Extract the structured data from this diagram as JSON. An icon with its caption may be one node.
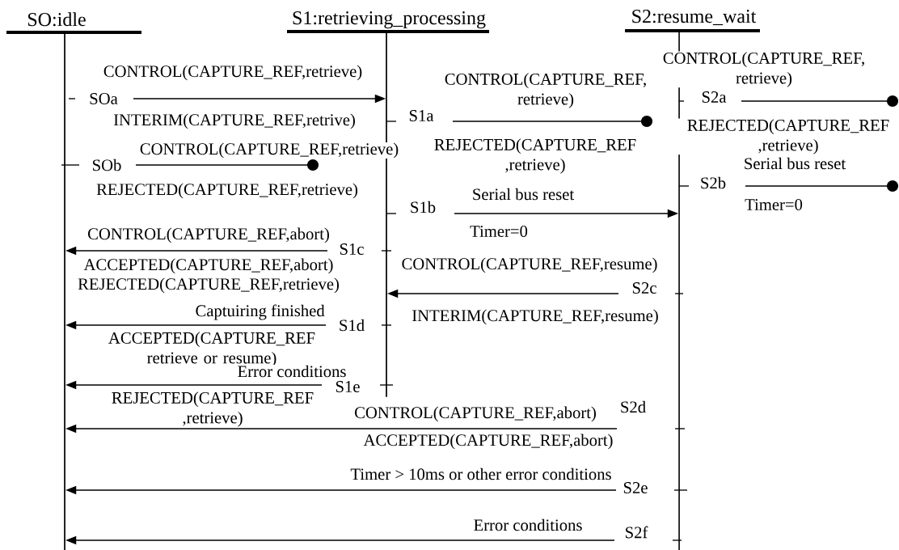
{
  "diagram": {
    "nodes": [
      {
        "text": [
          "SO:idle"
        ]
      },
      {
        "text": [
          "S1:retrieving_processing"
        ]
      },
      {
        "text": [
          "S2:resume_wait"
        ]
      },
      {
        "text": [
          "SOa"
        ]
      },
      {
        "text": [
          "S1a"
        ]
      },
      {
        "text": [
          "S2a"
        ]
      },
      {
        "text": [
          "SOb"
        ]
      },
      {
        "text": [
          "S2b"
        ]
      },
      {
        "text": [
          "S1b"
        ]
      },
      {
        "text": [
          "S1c"
        ]
      },
      {
        "text": [
          "S2c"
        ]
      },
      {
        "text": [
          "S1d"
        ]
      },
      {
        "text": [
          "S1e"
        ]
      },
      {
        "text": [
          "S2d"
        ]
      },
      {
        "text": [
          "S2e"
        ]
      },
      {
        "text": [
          "S2f"
        ]
      },
      {
        "text": [],
        "shape": "bar"
      },
      {
        "text": [],
        "shape": "bar"
      },
      {
        "text": [],
        "shape": "bar"
      }
    ],
    "edges": [
      {
        "from": 3,
        "to": 17,
        "arrow": "to",
        "label": "CONTROL(CAPTURE_REF,retrieve)"
      },
      {
        "from": 4,
        "to": null,
        "arrow": "other",
        "label": "CONTROL(CAPTURE_REF, retrieve)"
      },
      {
        "from": 5,
        "to": null,
        "arrow": "other",
        "label": "CONTROL(CAPTURE_REF, retrieve)"
      },
      {
        "from": 6,
        "to": null,
        "arrow": "other",
        "label": "CONTROL(CAPTURE_REF,retrieve)"
      },
      {
        "from": 7,
        "to": null,
        "arrow": "other",
        "label": "Serial bus reset"
      },
      {
        "from": 8,
        "to": 18,
        "arrow": "to",
        "label": "Serial bus reset"
      },
      {
        "from": 9,
        "to": 16,
        "arrow": "to",
        "label": "CONTROL(CAPTURE_REF,abort)"
      },
      {
        "from": 10,
        "to": 17,
        "arrow": "to",
        "label": "CONTROL(CAPTURE_REF,resume)"
      },
      {
        "from": 11,
        "to": 16,
        "arrow": "to",
        "label": "Captuiring finished"
      },
      {
        "from": 12,
        "to": 16,
        "arrow": "to",
        "label": "Error conditions"
      },
      {
        "from": 13,
        "to": 16,
        "arrow": "to",
        "label": "CONTROL(CAPTURE_REF,abort)"
      },
      {
        "from": 14,
        "to": 16,
        "arrow": "to",
        "label": "Timer > 10ms or other error conditions"
      },
      {
        "from": 15,
        "to": 16,
        "arrow": "to",
        "label": "Error conditions"
      }
    ],
    "labels": [
      "INTERIM(CAPTURE_REF,retrive)",
      "REJECTED(CAPTURE_REF ,retrieve)",
      "REJECTED(CAPTURE_REF ,retrieve)",
      "REJECTED(CAPTURE_REF,retrieve)",
      "Timer=0",
      "Timer=0",
      "ACCEPTED(CAPTURE_REF,abort)",
      "REJECTED(CAPTURE_REF,retrieve)",
      "INTERIM(CAPTURE_REF,resume)",
      "ACCEPTED(CAPTURE_REF retrieve or resume)",
      "REJECTED(CAPTURE_REF ,retrieve)",
      "ACCEPTED(CAPTURE_REF,abort)"
    ]
  }
}
